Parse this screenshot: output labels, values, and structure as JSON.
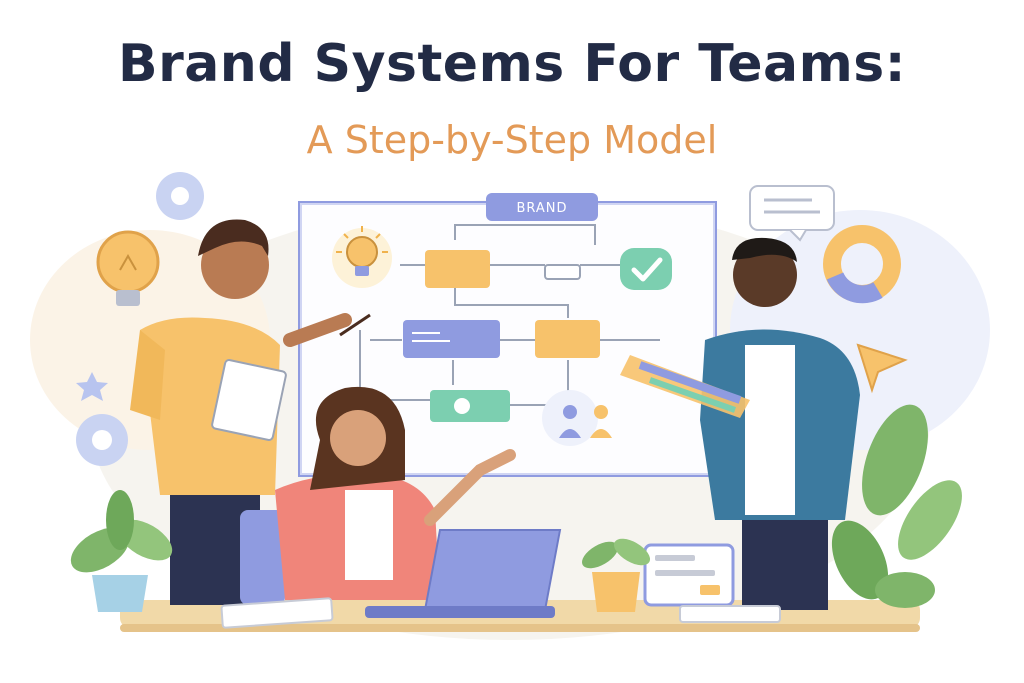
{
  "header": {
    "title": "Brand Systems For Teams:",
    "subtitle": "A Step-by-Step Model"
  },
  "board": {
    "label": "BRAND"
  },
  "colors": {
    "title": "#222b45",
    "subtitle": "#e39a57",
    "accent_orange": "#f7c26b",
    "accent_blue": "#8f9be0",
    "accent_green": "#7ccfb0",
    "leaf_green": "#7fb56a"
  },
  "icons": [
    "lightbulb-icon",
    "gear-icon",
    "speech-bubble-icon",
    "donut-chart-icon",
    "paper-plane-icon",
    "checkmark-icon",
    "people-icon",
    "star-icon"
  ]
}
